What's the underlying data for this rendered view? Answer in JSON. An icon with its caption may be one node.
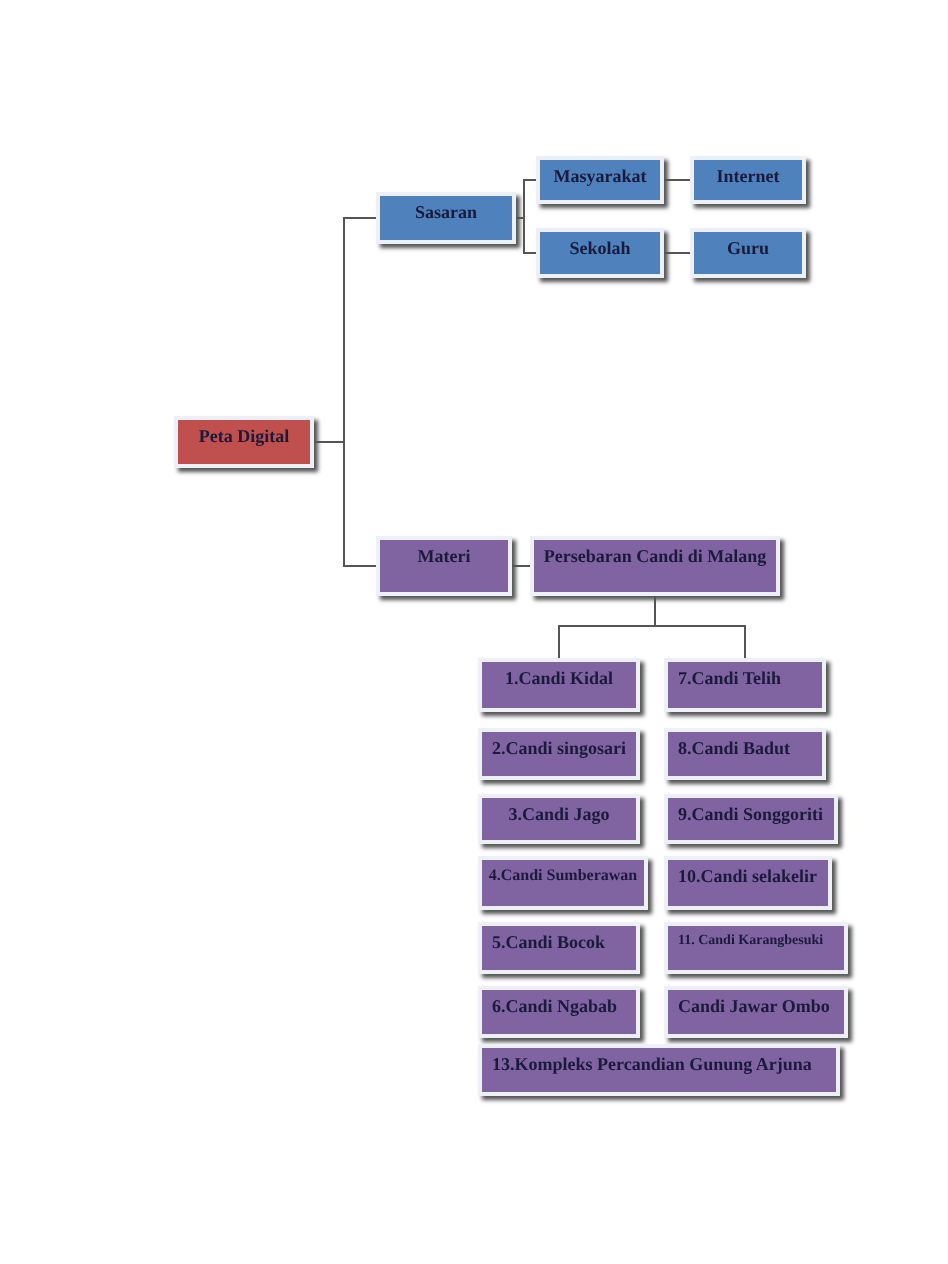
{
  "diagram": {
    "nodes": [
      {
        "text": [
          "Peta Digital"
        ]
      },
      {
        "text": [
          "Sasaran"
        ]
      },
      {
        "text": [
          "Masyarakat"
        ]
      },
      {
        "text": [
          "Internet"
        ]
      },
      {
        "text": [
          "Sekolah"
        ]
      },
      {
        "text": [
          "Guru"
        ]
      },
      {
        "text": [
          "Materi"
        ]
      },
      {
        "text": [
          "Persebaran Candi di Malang"
        ]
      },
      {
        "text": [
          "1.Candi Kidal"
        ]
      },
      {
        "text": [
          "7.Candi Telih"
        ]
      },
      {
        "text": [
          "2.Candi singosari"
        ]
      },
      {
        "text": [
          "8.Candi Badut"
        ]
      },
      {
        "text": [
          "3.Candi Jago"
        ]
      },
      {
        "text": [
          "9.Candi Songgoriti"
        ]
      },
      {
        "text": [
          "4.Candi Sumberawan"
        ]
      },
      {
        "text": [
          "10.Candi selakelir"
        ]
      },
      {
        "text": [
          "5.Candi Bocok"
        ]
      },
      {
        "text": [
          "11. Candi Karangbesuki"
        ]
      },
      {
        "text": [
          "6.Candi Ngabab"
        ]
      },
      {
        "text": [
          "Candi Jawar Ombo"
        ]
      },
      {
        "text": [
          "13.Kompleks Percandian Gunung Arjuna"
        ]
      }
    ],
    "edges": [
      {
        "from": 0,
        "to": 1,
        "arrow": "none"
      },
      {
        "from": 0,
        "to": 6,
        "arrow": "none"
      },
      {
        "from": 1,
        "to": 2,
        "arrow": "none"
      },
      {
        "from": 1,
        "to": 4,
        "arrow": "none"
      },
      {
        "from": 2,
        "to": 3,
        "arrow": "none"
      },
      {
        "from": 4,
        "to": 5,
        "arrow": "none"
      },
      {
        "from": 6,
        "to": 7,
        "arrow": "none"
      },
      {
        "from": 7,
        "to": 8,
        "arrow": "none"
      },
      {
        "from": 7,
        "to": 9,
        "arrow": "none"
      }
    ]
  }
}
